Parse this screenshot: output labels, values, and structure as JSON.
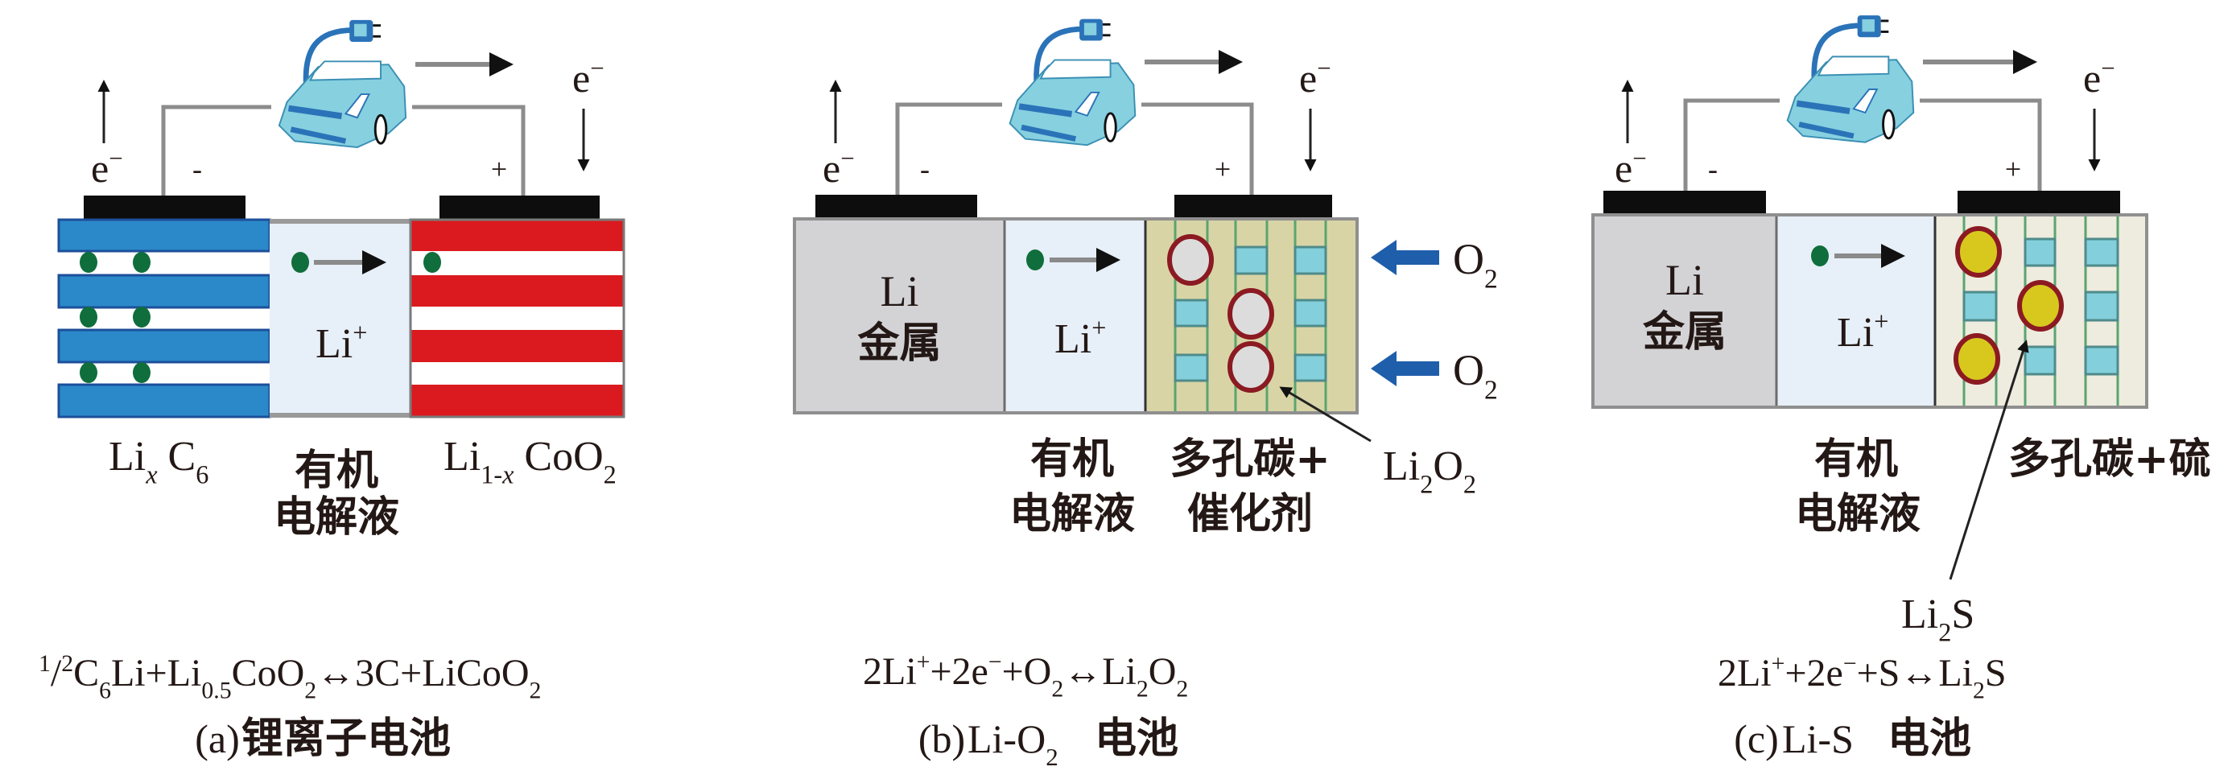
{
  "figure": {
    "colors": {
      "anode_blue": "#2b89c9",
      "anode_blue_edge": "#1c4f9a",
      "cathode_red": "#db1a1f",
      "electrolyte": "#e7eff8",
      "li_metal": "#d3d3d6",
      "porous_carbon_catalyst": "#d9d4a6",
      "porous_carbon_sulfur": "#eeebdf",
      "li_dot": "#0f6e3b",
      "pore_square": "#83cfdc",
      "li2o2_fill": "#dcdcdc",
      "li2o2_ring": "#8b1a22",
      "li2s_fill": "#d8c81e",
      "o2_arrow": "#1f5eaa",
      "car_body": "#86d0e0",
      "car_dark": "#2b73b8"
    },
    "panels": [
      {
        "id": "a",
        "electron_left": {
          "plain": "e⁻",
          "segs": [
            {
              "t": "e"
            },
            {
              "t": "−",
              "sup": true
            }
          ]
        },
        "electron_right": {
          "plain": "e⁻",
          "segs": [
            {
              "t": "e"
            },
            {
              "t": "−",
              "sup": true
            }
          ]
        },
        "minus_sign": "-",
        "plus_sign": "+",
        "electrolyte_ion": {
          "plain": "Li⁺",
          "segs": [
            {
              "t": "Li"
            },
            {
              "t": "+",
              "sup": true
            }
          ]
        },
        "labels": {
          "anode": {
            "plain": "LixC6",
            "segs": [
              {
                "t": "Li"
              },
              {
                "t": "x",
                "sub": true,
                "italic": true
              },
              {
                "t": " C"
              },
              {
                "t": "6",
                "sub": true
              }
            ]
          },
          "electrolyte_line1": "有机",
          "electrolyte_line2": "电解液",
          "cathode": {
            "plain": "Li1-xCoO2",
            "segs": [
              {
                "t": "Li"
              },
              {
                "t": "1-",
                "sub": true
              },
              {
                "t": "x",
                "sub": true,
                "italic": true
              },
              {
                "t": " CoO"
              },
              {
                "t": "2",
                "sub": true
              }
            ]
          }
        },
        "reaction": {
          "plain": "1/2C6Li+Li0.5CoO2↔3C+LiCoO2",
          "segs": [
            {
              "t": "1",
              "sup": true
            },
            {
              "t": "/"
            },
            {
              "t": "2",
              "sup": true
            },
            {
              "t": "C"
            },
            {
              "t": "6",
              "sub": true
            },
            {
              "t": "Li+Li"
            },
            {
              "t": "0.5",
              "sub": true
            },
            {
              "t": "CoO"
            },
            {
              "t": "2",
              "sub": true
            },
            {
              "t": "↔3C+LiCoO"
            },
            {
              "t": "2",
              "sub": true
            }
          ]
        },
        "caption": {
          "prefix": "(a)",
          "title": "锂离子电池"
        }
      },
      {
        "id": "b",
        "electron_left": {
          "plain": "e⁻",
          "segs": [
            {
              "t": "e"
            },
            {
              "t": "−",
              "sup": true
            }
          ]
        },
        "electron_right": {
          "plain": "e⁻",
          "segs": [
            {
              "t": "e"
            },
            {
              "t": "−",
              "sup": true
            }
          ]
        },
        "minus_sign": "-",
        "plus_sign": "+",
        "anode_line1": "Li",
        "anode_line2": "金属",
        "electrolyte_ion": {
          "plain": "Li⁺",
          "segs": [
            {
              "t": "Li"
            },
            {
              "t": "+",
              "sup": true
            }
          ]
        },
        "o2_inputs": [
          {
            "plain": "O2",
            "segs": [
              {
                "t": "O"
              },
              {
                "t": "2",
                "sub": true
              }
            ]
          },
          {
            "plain": "O2",
            "segs": [
              {
                "t": "O"
              },
              {
                "t": "2",
                "sub": true
              }
            ]
          }
        ],
        "labels": {
          "electrolyte_line1": "有机",
          "electrolyte_line2": "电解液",
          "cathode_line1": "多孔碳+",
          "cathode_line2": "催化剂",
          "product": {
            "plain": "Li2O2",
            "segs": [
              {
                "t": "Li"
              },
              {
                "t": "2",
                "sub": true
              },
              {
                "t": "O"
              },
              {
                "t": "2",
                "sub": true
              }
            ]
          }
        },
        "reaction": {
          "plain": "2Li++2e−+O2↔Li2O2",
          "segs": [
            {
              "t": "2Li"
            },
            {
              "t": "+",
              "sup": true
            },
            {
              "t": "+2e"
            },
            {
              "t": "−",
              "sup": true
            },
            {
              "t": "+O"
            },
            {
              "t": "2",
              "sub": true
            },
            {
              "t": "↔Li"
            },
            {
              "t": "2",
              "sub": true
            },
            {
              "t": "O"
            },
            {
              "t": "2",
              "sub": true
            }
          ]
        },
        "caption": {
          "prefix": "(b)",
          "title_segs": [
            {
              "t": "Li-O"
            },
            {
              "t": "2",
              "sub": true
            }
          ],
          "title_suffix": "电池",
          "plain": "(b) Li-O2电池"
        }
      },
      {
        "id": "c",
        "electron_left": {
          "plain": "e⁻",
          "segs": [
            {
              "t": "e"
            },
            {
              "t": "−",
              "sup": true
            }
          ]
        },
        "electron_right": {
          "plain": "e⁻",
          "segs": [
            {
              "t": "e"
            },
            {
              "t": "−",
              "sup": true
            }
          ]
        },
        "minus_sign": "-",
        "plus_sign": "+",
        "anode_line1": "Li",
        "anode_line2": "金属",
        "electrolyte_ion": {
          "plain": "Li⁺",
          "segs": [
            {
              "t": "Li"
            },
            {
              "t": "+",
              "sup": true
            }
          ]
        },
        "labels": {
          "electrolyte_line1": "有机",
          "electrolyte_line2": "电解液",
          "cathode_line1": "多孔碳+硫",
          "product": {
            "plain": "Li2S",
            "segs": [
              {
                "t": "Li"
              },
              {
                "t": "2",
                "sub": true
              },
              {
                "t": "S"
              }
            ]
          }
        },
        "reaction": {
          "plain": "2Li++2e−+S↔Li2S",
          "segs": [
            {
              "t": "2Li"
            },
            {
              "t": "+",
              "sup": true
            },
            {
              "t": "+2e"
            },
            {
              "t": "−",
              "sup": true
            },
            {
              "t": "+S↔Li"
            },
            {
              "t": "2",
              "sub": true
            },
            {
              "t": "S"
            }
          ]
        },
        "caption": {
          "prefix": "(c)",
          "title_segs": [
            {
              "t": "Li-S"
            }
          ],
          "title_suffix": "电池",
          "plain": "(c) Li-S电池"
        }
      }
    ]
  }
}
